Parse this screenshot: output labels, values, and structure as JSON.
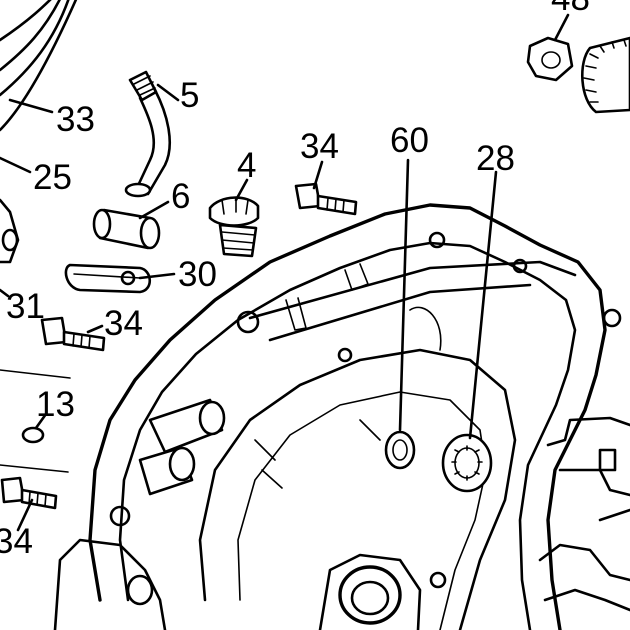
{
  "labels": [
    {
      "id": "48",
      "text": "48"
    },
    {
      "id": "5",
      "text": "5"
    },
    {
      "id": "33",
      "text": "33"
    },
    {
      "id": "34-top",
      "text": "34"
    },
    {
      "id": "60",
      "text": "60"
    },
    {
      "id": "28",
      "text": "28"
    },
    {
      "id": "4",
      "text": "4"
    },
    {
      "id": "25",
      "text": "25"
    },
    {
      "id": "6",
      "text": "6"
    },
    {
      "id": "30",
      "text": "30"
    },
    {
      "id": "31",
      "text": "31"
    },
    {
      "id": "34-mid",
      "text": "34"
    },
    {
      "id": "13",
      "text": "13"
    },
    {
      "id": "34-bottom",
      "text": "34"
    }
  ]
}
